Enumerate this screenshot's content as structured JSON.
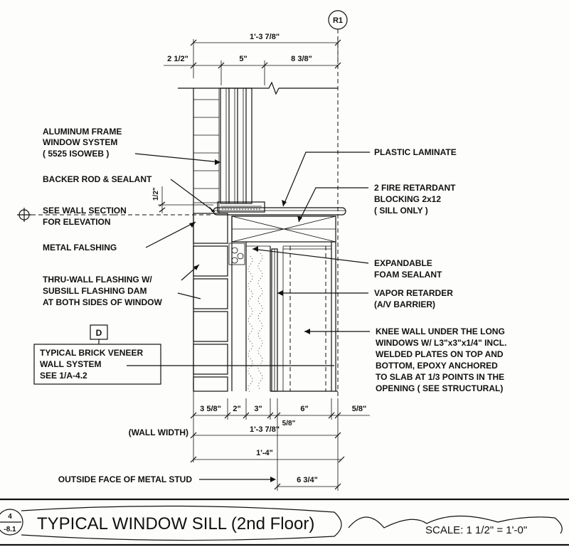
{
  "grid_bubble": "R1",
  "dims_top": {
    "overall": "1'-3 7/8\"",
    "d1": "2 1/2\"",
    "d2": "5\"",
    "d3": "8 3/8\""
  },
  "dims_bottom": {
    "b1": "3 5/8\"",
    "b2": "2\"",
    "b3": "3\"",
    "b4": "6\"",
    "b5": "5/8\"",
    "b6": "5/8\"",
    "wall_width_label": "(WALL WIDTH)",
    "wall_width": "1'-3 7/8\"",
    "overall": "1'-4\"",
    "outside_face_label": "OUTSIDE FACE OF METAL STUD",
    "outside_face_dim": "6 3/4\""
  },
  "side_dim": "1/2\"",
  "labels_left": {
    "aluminum_1": "ALUMINUM FRAME",
    "aluminum_2": "WINDOW SYSTEM",
    "aluminum_3": "( 5525 ISOWEB )",
    "backer": "BACKER ROD & SEALANT",
    "see_wall_1": "SEE WALL SECTION",
    "see_wall_2": "FOR ELEVATION",
    "metal_flashing": "METAL FALSHING",
    "thru_1": "THRU-WALL FLASHING W/",
    "thru_2": "SUBSILL FLASHING DAM",
    "thru_3": "AT BOTH SIDES OF WINDOW",
    "tag": "D",
    "brick_1": "TYPICAL BRICK VENEER",
    "brick_2": "WALL SYSTEM",
    "brick_3": "SEE 1/A-4.2"
  },
  "labels_right": {
    "plastic": "PLASTIC LAMINATE",
    "fire_1": "2 FIRE RETARDANT",
    "fire_2": "BLOCKING  2x12",
    "fire_3": "( SILL ONLY )",
    "foam_1": "EXPANDABLE",
    "foam_2": "FOAM SEALANT",
    "vapor_1": "VAPOR RETARDER",
    "vapor_2": "(A/V BARRIER)",
    "knee_1": "KNEE WALL UNDER THE LONG",
    "knee_2": "WINDOWS W/ L3\"x3\"x1/4\" INCL.",
    "knee_3": "WELDED PLATES ON TOP AND",
    "knee_4": "BOTTOM, EPOXY ANCHORED",
    "knee_5": "TO SLAB AT 1/3 POINTS IN THE",
    "knee_6": "OPENING ( SEE STRUCTURAL)"
  },
  "title_block": {
    "detail_num": "4",
    "sheet": "-8.1",
    "title": "TYPICAL WINDOW SILL (2nd Floor)",
    "scale": "SCALE: 1 1/2\" = 1'-0\""
  }
}
